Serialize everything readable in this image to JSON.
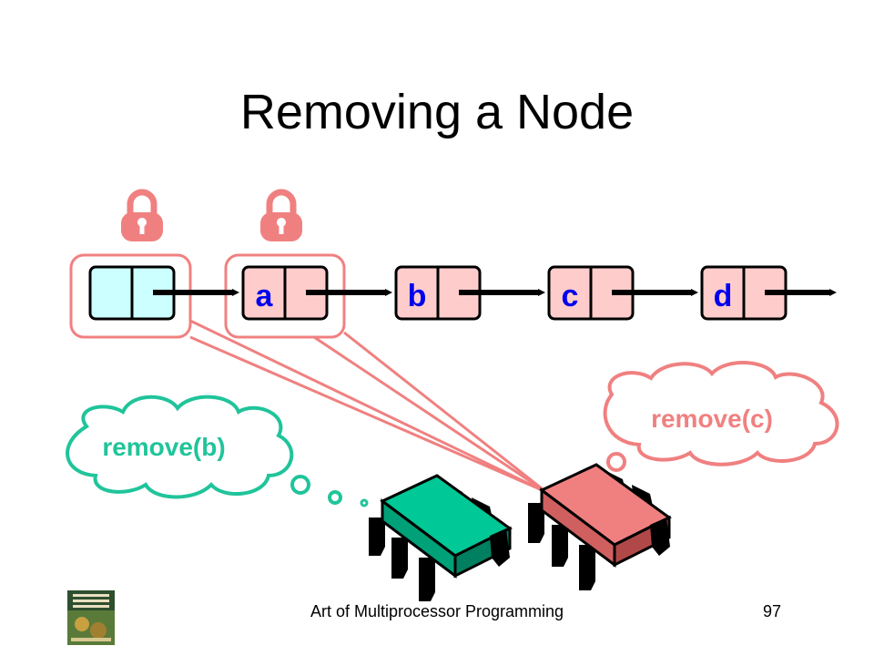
{
  "slide": {
    "title": "Removing a Node",
    "footer": "Art of Multiprocessor Programming",
    "page_number": "97"
  },
  "list": {
    "nodes": [
      {
        "label": ""
      },
      {
        "label": "a"
      },
      {
        "label": "b"
      },
      {
        "label": "c"
      },
      {
        "label": "d"
      }
    ]
  },
  "thoughts": {
    "left": "remove(b)",
    "right": "remove(c)"
  },
  "colors": {
    "sentinel_fill": "#ccffff",
    "node_fill": "#ffcccc",
    "node_label": "#0000ee",
    "lock_and_highlight": "#f08080",
    "green_thread": "#1abc9c",
    "red_thread": "#f08080",
    "cloud_left_stroke": "#20c49a",
    "cloud_right_stroke": "#f08080"
  },
  "icons": {
    "lock": "padlock-icon",
    "thread": "chip-icon",
    "book": "book-cover-icon"
  }
}
